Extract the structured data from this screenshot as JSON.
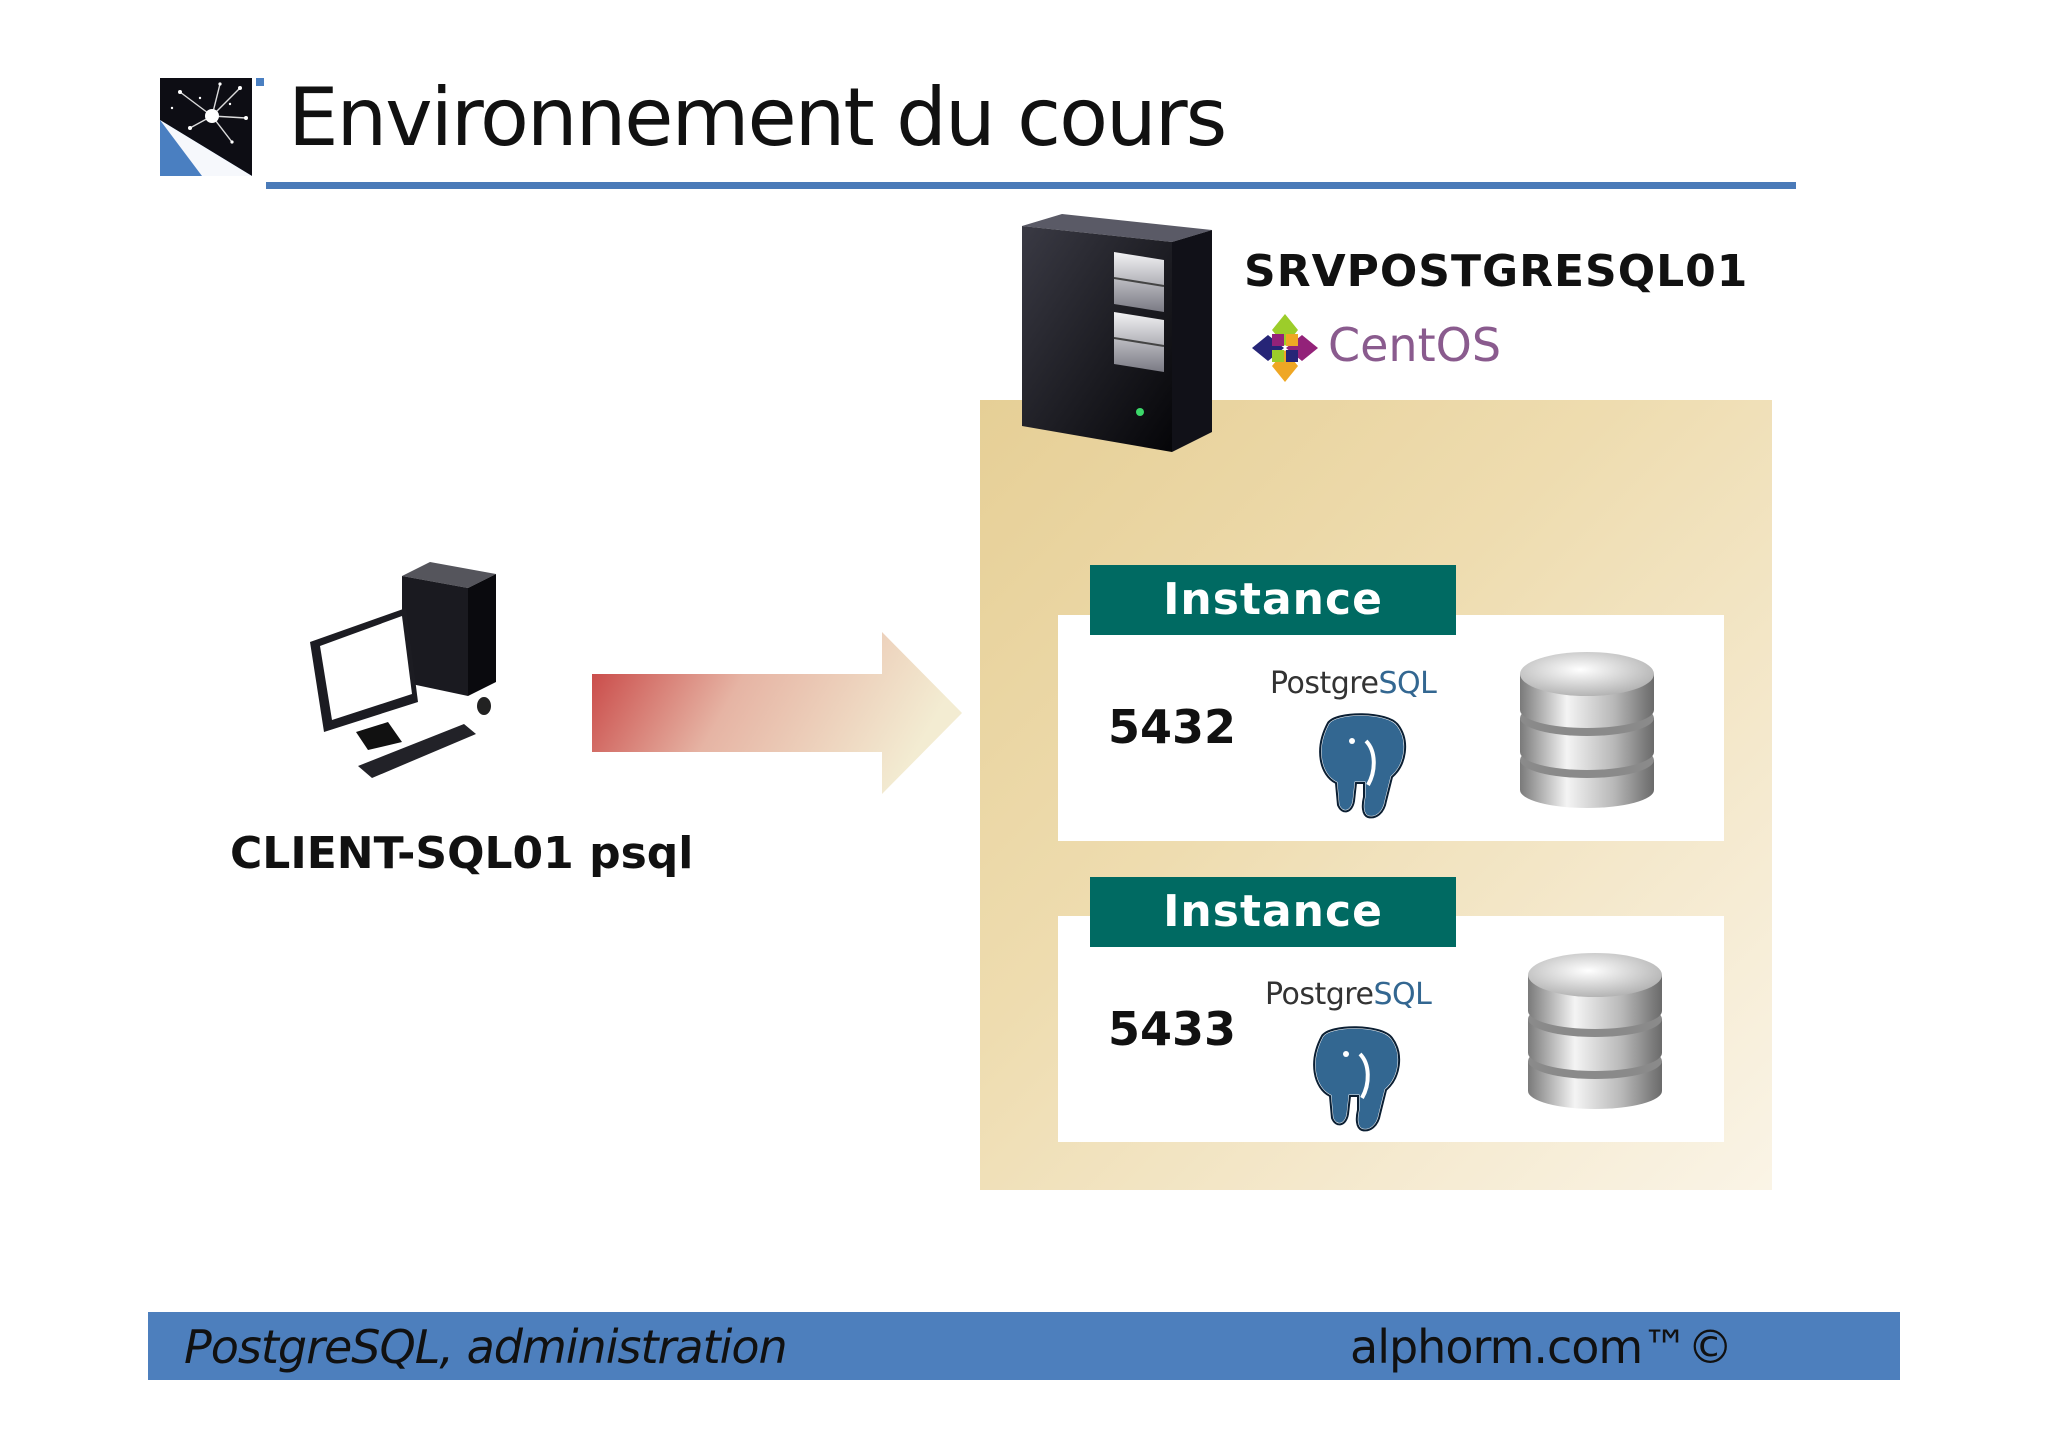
{
  "title": "Environnement du cours",
  "server": {
    "name": "SRVPOSTGRESQL01",
    "os_logo_text": "CentOS"
  },
  "instances": [
    {
      "header": "Instance",
      "port": "5432",
      "logo_text_a": "Postgre",
      "logo_text_b": "SQL"
    },
    {
      "header": "Instance",
      "port": "5433",
      "logo_text_a": "Postgre",
      "logo_text_b": "SQL"
    }
  ],
  "client": {
    "label": "CLIENT-SQL01 psql"
  },
  "footer": {
    "left": "PostgreSQL, administration",
    "right": "alphorm.com™©"
  },
  "colors": {
    "title_rule": "#4a7ab8",
    "instance_header": "#006a62",
    "panel": "#e6cf96",
    "footer": "#4d7fbd",
    "arrow": "#c63d3d"
  }
}
